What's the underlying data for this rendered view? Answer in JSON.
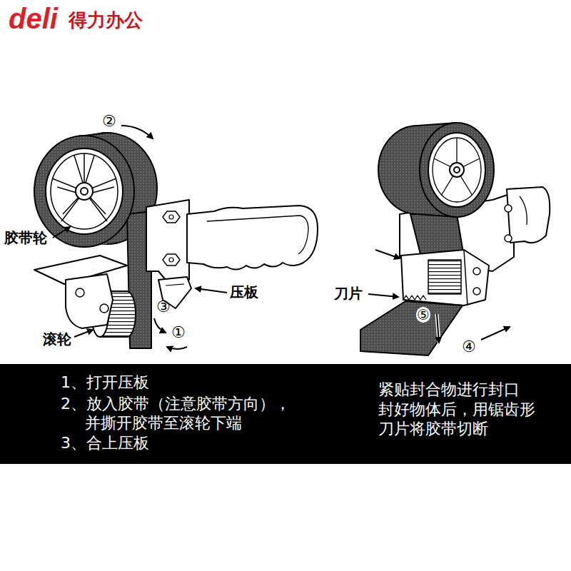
{
  "diagram": {
    "nodes": [
      {
        "text": [
          "1、打开压板",
          "2、放入胶带（注意胶带方向）， 并撕开胶带至滚轮下端",
          "3、合上压板",
          "紧贴封合物进行封口",
          "封好物体后，用锯齿形 刀片将胶带切断"
        ]
      }
    ],
    "labels": [
      "deli",
      "得力办公",
      "②",
      "胶带轮",
      "压板",
      "③",
      "①",
      "滚轮",
      "刀片",
      "⑤",
      "④"
    ]
  }
}
